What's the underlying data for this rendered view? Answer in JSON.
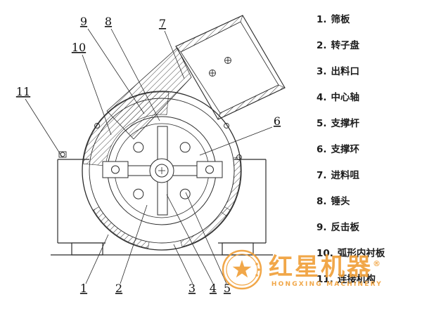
{
  "legend": {
    "items": [
      {
        "num": "1.",
        "label": "筛板"
      },
      {
        "num": "2.",
        "label": "转子盘"
      },
      {
        "num": "3.",
        "label": "出料口"
      },
      {
        "num": "4.",
        "label": "中心轴"
      },
      {
        "num": "5.",
        "label": "支撑杆"
      },
      {
        "num": "6.",
        "label": "支撑环"
      },
      {
        "num": "7.",
        "label": "进料咀"
      },
      {
        "num": "8.",
        "label": "锤头"
      },
      {
        "num": "9.",
        "label": "反击板"
      },
      {
        "num": "10.",
        "label": "弧形内衬板"
      },
      {
        "num": "11.",
        "label": "连接机构"
      }
    ]
  },
  "callouts": {
    "numbers": [
      "9",
      "8",
      "10",
      "7",
      "11",
      "6",
      "1",
      "2",
      "3",
      "4",
      "5"
    ]
  },
  "watermark": {
    "brand": "红星机器",
    "reg": "®",
    "brand_en": "HONGXING MACHINERY",
    "color": "#F0A13C"
  },
  "colors": {
    "line": "#2B2B2B",
    "background": "#FFFFFF",
    "watermark": "#F0A13C"
  }
}
